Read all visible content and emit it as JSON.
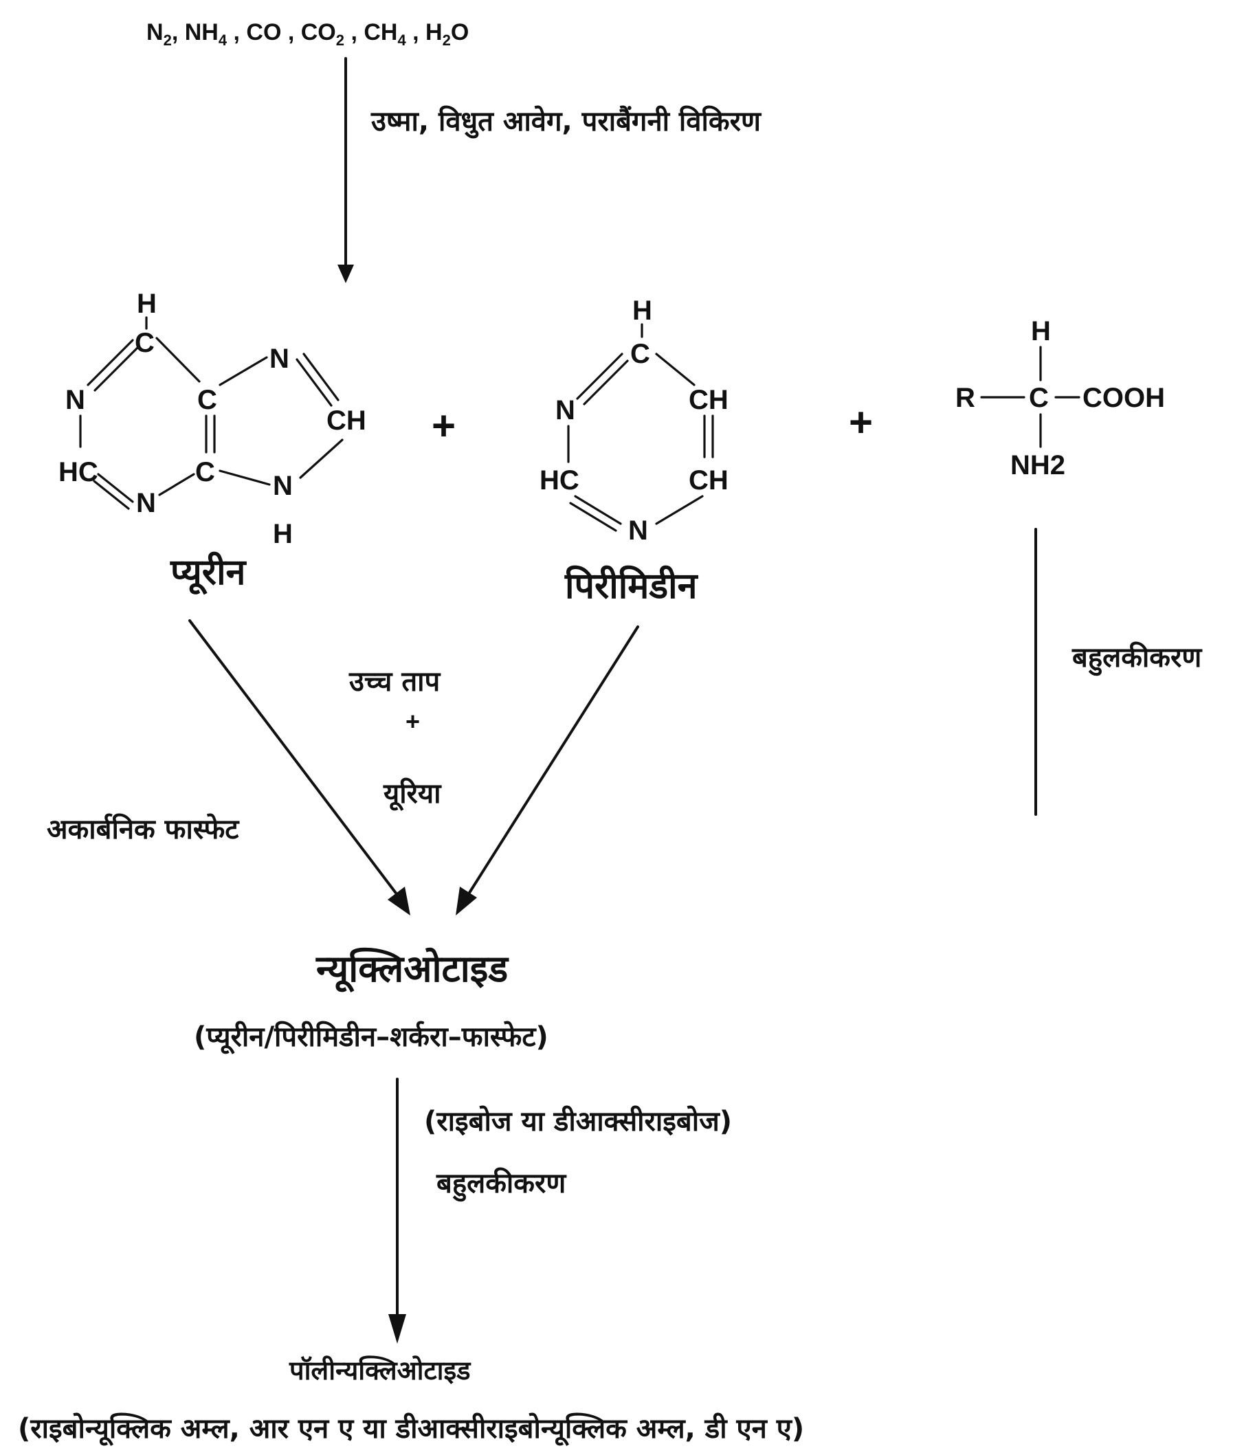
{
  "reactants": {
    "gases": [
      "N",
      "2",
      ", NH",
      "4",
      " , CO , CO",
      "2",
      " , CH",
      "4",
      " , H",
      "2",
      "O"
    ]
  },
  "step1_label": "उष्मा, विधुत आवेग, पराबैंगनी विकिरण",
  "purine": {
    "name": "प्यूरीन",
    "atoms": [
      "H",
      "C",
      "N",
      "C",
      "N",
      "CH",
      "HC",
      "C",
      "N",
      "N",
      "H"
    ]
  },
  "pyrimidine": {
    "name": "पिरीमिडीन",
    "atoms": [
      "H",
      "C",
      "N",
      "CH",
      "HC",
      "CH",
      "N"
    ]
  },
  "amino_acid": {
    "atoms": [
      "H",
      "R",
      "C",
      "COOH",
      "NH",
      "2"
    ]
  },
  "plus_sign": "+",
  "polymerization_right": "बहुलकीकरण",
  "conditions": {
    "line1": "उच्च ताप",
    "line2": "+",
    "line3": "यूरिया"
  },
  "inorganic_phosphate": "अकार्बनिक फास्फेट",
  "nucleotide": {
    "name": "न्यूक्लिओटाइड",
    "composition": "(प्यूरीन/पिरीमिडीन–शर्करा–फास्फेट)"
  },
  "sugar_note": "(राइबोज या डीआक्सीराइबोज)",
  "polymerization": "बहुलकीकरण",
  "polynucleotide": {
    "name": "पॉलीन्यक्लिओटाइड",
    "description": "(राइबोन्यूक्लिक अम्ल, आर एन ए या डीआक्सीराइबोन्यूक्लिक अम्ल, डी एन ए)"
  }
}
